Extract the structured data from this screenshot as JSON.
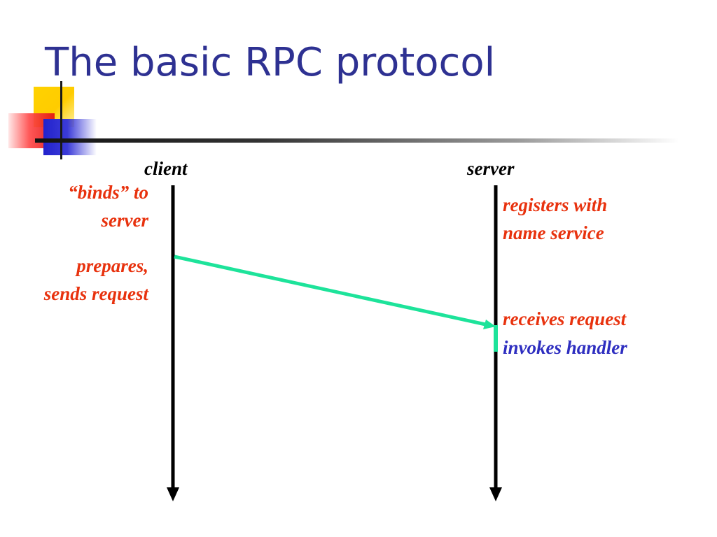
{
  "slide": {
    "title": "The basic RPC protocol"
  },
  "diagram": {
    "lanes": {
      "client": "client",
      "server": "server"
    },
    "client_notes": {
      "binds_line1": "“binds” to",
      "binds_line2": "server",
      "prepares_line1": "prepares,",
      "prepares_line2": "sends request"
    },
    "server_notes": {
      "registers_line1": "registers with",
      "registers_line2": "name service",
      "receives": "receives request",
      "invokes": "invokes handler"
    },
    "colors": {
      "title": "#2e3192",
      "timeline": "#000000",
      "message_arrow": "#1de39a",
      "note_red": "#e8320e",
      "note_blue": "#2e2ec0"
    }
  }
}
